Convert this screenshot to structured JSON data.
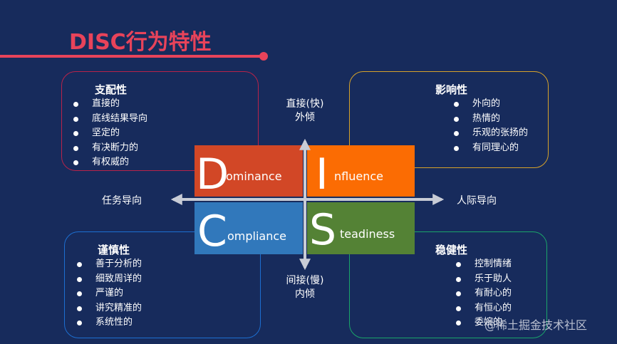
{
  "title": "DISC行为特性",
  "dominance_box": {
    "title": "支配性",
    "items": [
      "直接的",
      "底线结果导向",
      "坚定的",
      "有决断力的",
      "有权威的"
    ]
  },
  "influence_box": {
    "title": "影响性",
    "items": [
      "外向的",
      "热情的",
      "乐观的张扬的",
      "有同理心的"
    ]
  },
  "compliance_box": {
    "title": "谨慎性",
    "items": [
      "善于分析的",
      "细致周详的",
      "严谨的",
      "讲究精准的",
      "系统性的"
    ]
  },
  "steadiness_box": {
    "title": "稳健性",
    "items": [
      "控制情绪",
      "乐于助人",
      "有耐心的",
      "有恒心的",
      "委婉的"
    ]
  },
  "tiles": {
    "d": {
      "letter": "D",
      "rest": "ominance",
      "color": "#d24726"
    },
    "i": {
      "letter": "I",
      "rest": "nfluence",
      "color": "#fb6c03"
    },
    "c": {
      "letter": "C",
      "rest": "ompliance",
      "color": "#3178bb"
    },
    "s": {
      "letter": "S",
      "rest": "teadiness",
      "color": "#548235"
    }
  },
  "axes": {
    "top_line1": "直接(快)",
    "top_line2": "外倾",
    "bottom_line1": "间接(慢)",
    "bottom_line2": "内倾",
    "left": "任务导向",
    "right": "人际导向"
  },
  "watermark": "@稀土掘金技术社区",
  "colors": {
    "background": "#172b5c",
    "accent": "#e8435a"
  }
}
